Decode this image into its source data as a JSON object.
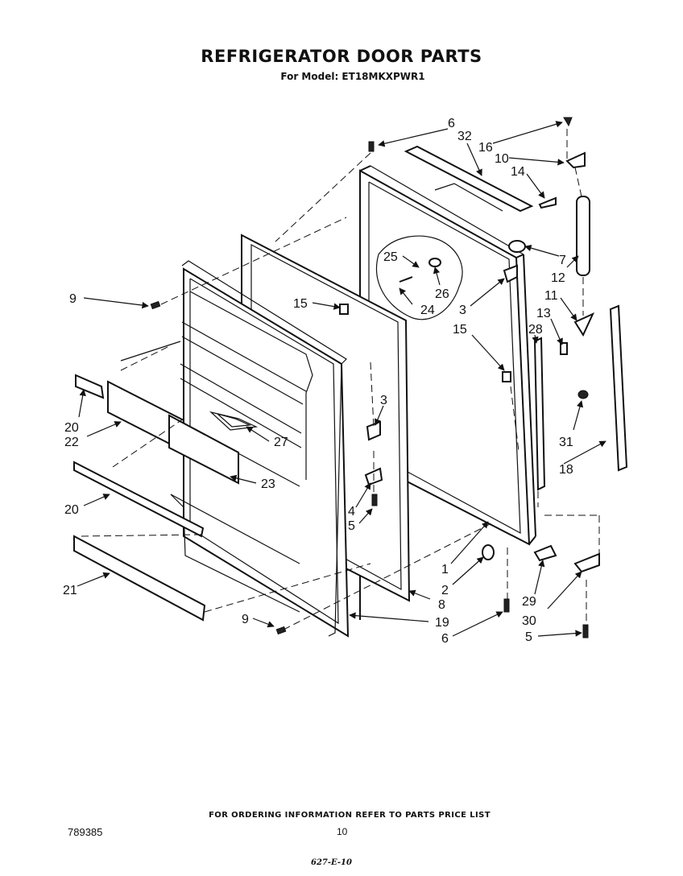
{
  "header": {
    "title": "REFRIGERATOR DOOR PARTS",
    "subtitle": "For Model: ET18MKXPWR1"
  },
  "footer": {
    "ordering_note": "FOR ORDERING INFORMATION REFER TO PARTS PRICE LIST",
    "document_number": "789385",
    "page_number": "10",
    "handwritten_code": "627-E-10"
  },
  "callouts": [
    {
      "id": "c6a",
      "label": "6"
    },
    {
      "id": "c32",
      "label": "32"
    },
    {
      "id": "c16",
      "label": "16"
    },
    {
      "id": "c10",
      "label": "10"
    },
    {
      "id": "c14",
      "label": "14"
    },
    {
      "id": "c7",
      "label": "7"
    },
    {
      "id": "c12",
      "label": "12"
    },
    {
      "id": "c25",
      "label": "25"
    },
    {
      "id": "c26",
      "label": "26"
    },
    {
      "id": "c24",
      "label": "24"
    },
    {
      "id": "c3a",
      "label": "3"
    },
    {
      "id": "c11",
      "label": "11"
    },
    {
      "id": "c15a",
      "label": "15"
    },
    {
      "id": "c15b",
      "label": "15"
    },
    {
      "id": "c13",
      "label": "13"
    },
    {
      "id": "c28",
      "label": "28"
    },
    {
      "id": "c9a",
      "label": "9"
    },
    {
      "id": "c3b",
      "label": "3"
    },
    {
      "id": "c27",
      "label": "27"
    },
    {
      "id": "c31",
      "label": "31"
    },
    {
      "id": "c20a",
      "label": "20"
    },
    {
      "id": "c22",
      "label": "22"
    },
    {
      "id": "c18",
      "label": "18"
    },
    {
      "id": "c23",
      "label": "23"
    },
    {
      "id": "c20b",
      "label": "20"
    },
    {
      "id": "c4",
      "label": "4"
    },
    {
      "id": "c5a",
      "label": "5"
    },
    {
      "id": "c1",
      "label": "1"
    },
    {
      "id": "c2",
      "label": "2"
    },
    {
      "id": "c21",
      "label": "21"
    },
    {
      "id": "c29",
      "label": "29"
    },
    {
      "id": "c8",
      "label": "8"
    },
    {
      "id": "c30",
      "label": "30"
    },
    {
      "id": "c9b",
      "label": "9"
    },
    {
      "id": "c19",
      "label": "19"
    },
    {
      "id": "c6b",
      "label": "6"
    },
    {
      "id": "c5b",
      "label": "5"
    }
  ]
}
